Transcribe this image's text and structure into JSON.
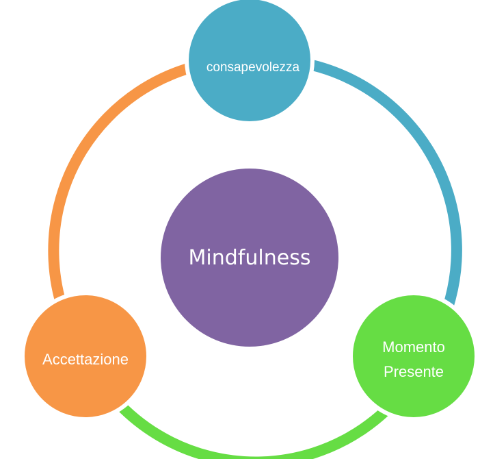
{
  "diagram": {
    "center": {
      "label": "Mindfulness",
      "color": "#8064a2"
    },
    "nodes": [
      {
        "id": "consapevolezza",
        "lines": [
          "consapevolezza"
        ],
        "color": "#4bacc6"
      },
      {
        "id": "momento-presente",
        "lines": [
          "Momento",
          "Presente"
        ],
        "color": "#66dd44"
      },
      {
        "id": "accettazione",
        "lines": [
          "Accettazione"
        ],
        "color": "#f79646"
      }
    ],
    "arcs": [
      {
        "from": "consapevolezza",
        "to": "momento-presente",
        "color": "#4bacc6"
      },
      {
        "from": "momento-presente",
        "to": "accettazione",
        "color": "#66dd44"
      },
      {
        "from": "accettazione",
        "to": "consapevolezza",
        "color": "#f79646"
      }
    ]
  }
}
